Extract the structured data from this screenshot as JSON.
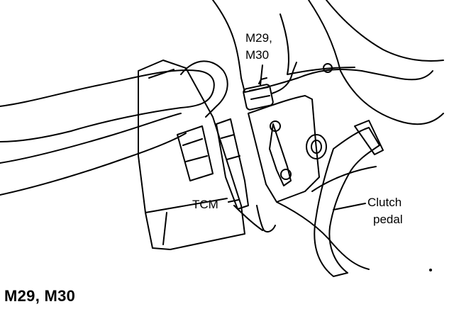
{
  "labels": {
    "connector_line1": "M29,",
    "connector_line2": "M30",
    "tcm": "TCM",
    "clutch_line1": "Clutch",
    "clutch_line2": "pedal"
  },
  "caption": "M29,  M30",
  "colors": {
    "ink": "#000000",
    "paper": "#ffffff"
  }
}
